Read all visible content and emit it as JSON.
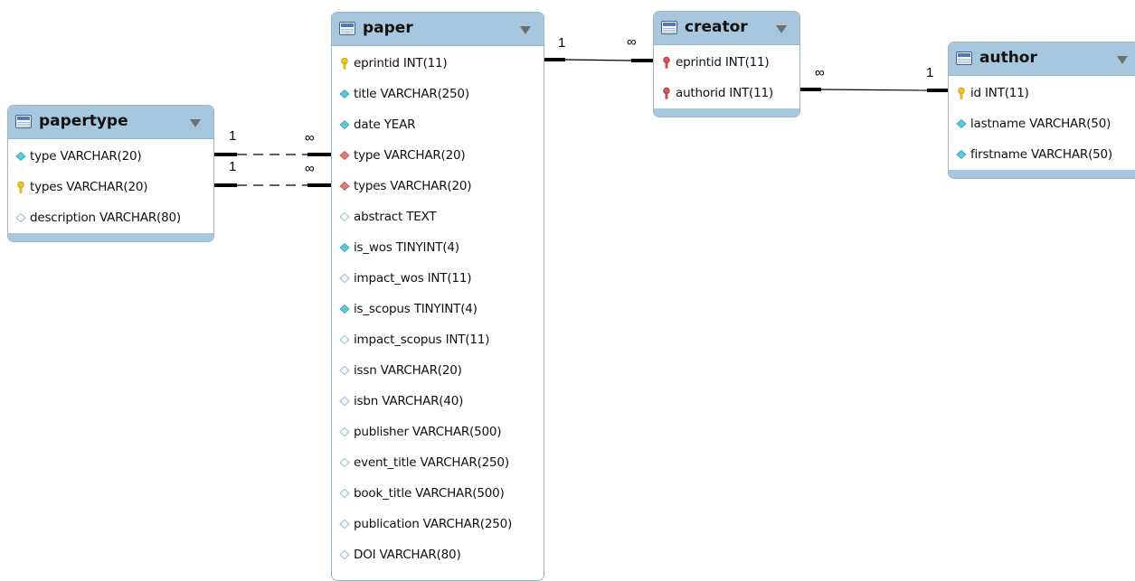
{
  "tables": [
    {
      "id": "papertype",
      "title": "papertype",
      "columns": [
        {
          "icon": "diamond-filled-icon",
          "text": "type VARCHAR(20)"
        },
        {
          "icon": "primary-key-icon",
          "text": "types VARCHAR(20)"
        },
        {
          "icon": "diamond-outline-icon",
          "text": "description VARCHAR(80)"
        }
      ]
    },
    {
      "id": "paper",
      "title": "paper",
      "columns": [
        {
          "icon": "primary-key-icon",
          "text": "eprintid INT(11)"
        },
        {
          "icon": "diamond-filled-icon",
          "text": "title VARCHAR(250)"
        },
        {
          "icon": "diamond-filled-icon",
          "text": "date YEAR"
        },
        {
          "icon": "foreign-key-diamond-icon",
          "text": "type VARCHAR(20)"
        },
        {
          "icon": "foreign-key-diamond-icon",
          "text": "types VARCHAR(20)"
        },
        {
          "icon": "diamond-outline-icon",
          "text": "abstract TEXT"
        },
        {
          "icon": "diamond-filled-icon",
          "text": "is_wos TINYINT(4)"
        },
        {
          "icon": "diamond-outline-icon",
          "text": "impact_wos INT(11)"
        },
        {
          "icon": "diamond-filled-icon",
          "text": "is_scopus TINYINT(4)"
        },
        {
          "icon": "diamond-outline-icon",
          "text": "impact_scopus INT(11)"
        },
        {
          "icon": "diamond-outline-icon",
          "text": "issn VARCHAR(20)"
        },
        {
          "icon": "diamond-outline-icon",
          "text": "isbn VARCHAR(40)"
        },
        {
          "icon": "diamond-outline-icon",
          "text": "publisher VARCHAR(500)"
        },
        {
          "icon": "diamond-outline-icon",
          "text": "event_title VARCHAR(250)"
        },
        {
          "icon": "diamond-outline-icon",
          "text": "book_title VARCHAR(500)"
        },
        {
          "icon": "diamond-outline-icon",
          "text": "publication VARCHAR(250)"
        },
        {
          "icon": "diamond-outline-icon",
          "text": "DOI VARCHAR(80)"
        }
      ]
    },
    {
      "id": "creator",
      "title": "creator",
      "columns": [
        {
          "icon": "foreign-primary-key-icon",
          "text": "eprintid INT(11)"
        },
        {
          "icon": "foreign-primary-key-icon",
          "text": "authorid INT(11)"
        }
      ]
    },
    {
      "id": "author",
      "title": "author",
      "columns": [
        {
          "icon": "primary-key-icon",
          "text": "id INT(11)"
        },
        {
          "icon": "diamond-filled-icon",
          "text": "lastname VARCHAR(50)"
        },
        {
          "icon": "diamond-filled-icon",
          "text": "firstname VARCHAR(50)"
        }
      ]
    }
  ],
  "relationships": [
    {
      "from": "papertype",
      "to": "paper",
      "from_cardinality": "1",
      "to_cardinality": "∞",
      "style": "dashed",
      "column": "type"
    },
    {
      "from": "papertype",
      "to": "paper",
      "from_cardinality": "1",
      "to_cardinality": "∞",
      "style": "dashed",
      "column": "types"
    },
    {
      "from": "paper",
      "to": "creator",
      "from_cardinality": "1",
      "to_cardinality": "∞",
      "style": "solid",
      "column": "eprintid"
    },
    {
      "from": "author",
      "to": "creator",
      "from_cardinality": "1",
      "to_cardinality": "∞",
      "style": "solid",
      "column": "authorid"
    }
  ],
  "colors": {
    "header": "#a7c7de",
    "border": "#9cb4c8",
    "primary_key": "#f2c417",
    "foreign_key": "#d9534f",
    "column_diamond": "#5bc8dc"
  }
}
